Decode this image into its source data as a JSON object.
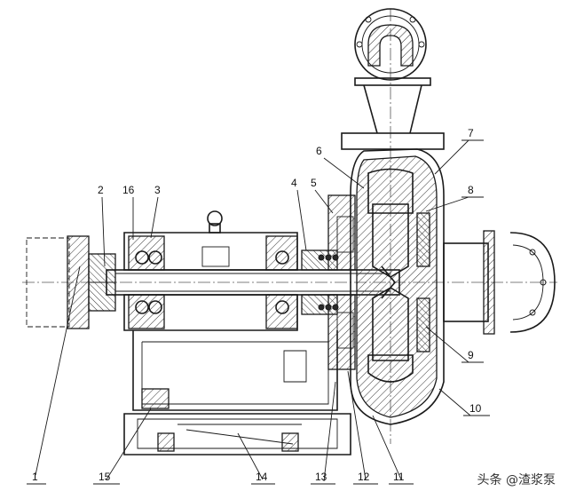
{
  "callouts": [
    {
      "id": "1",
      "label": "1"
    },
    {
      "id": "2",
      "label": "2"
    },
    {
      "id": "3",
      "label": "3"
    },
    {
      "id": "4",
      "label": "4"
    },
    {
      "id": "5",
      "label": "5"
    },
    {
      "id": "6",
      "label": "6"
    },
    {
      "id": "7",
      "label": "7"
    },
    {
      "id": "8",
      "label": "8"
    },
    {
      "id": "9",
      "label": "9"
    },
    {
      "id": "10",
      "label": "10"
    },
    {
      "id": "11",
      "label": "11"
    },
    {
      "id": "12",
      "label": "12"
    },
    {
      "id": "13",
      "label": "13"
    },
    {
      "id": "14",
      "label": "14"
    },
    {
      "id": "15",
      "label": "15"
    },
    {
      "id": "16",
      "label": "16"
    }
  ],
  "watermark": "头条 @渣浆泵"
}
